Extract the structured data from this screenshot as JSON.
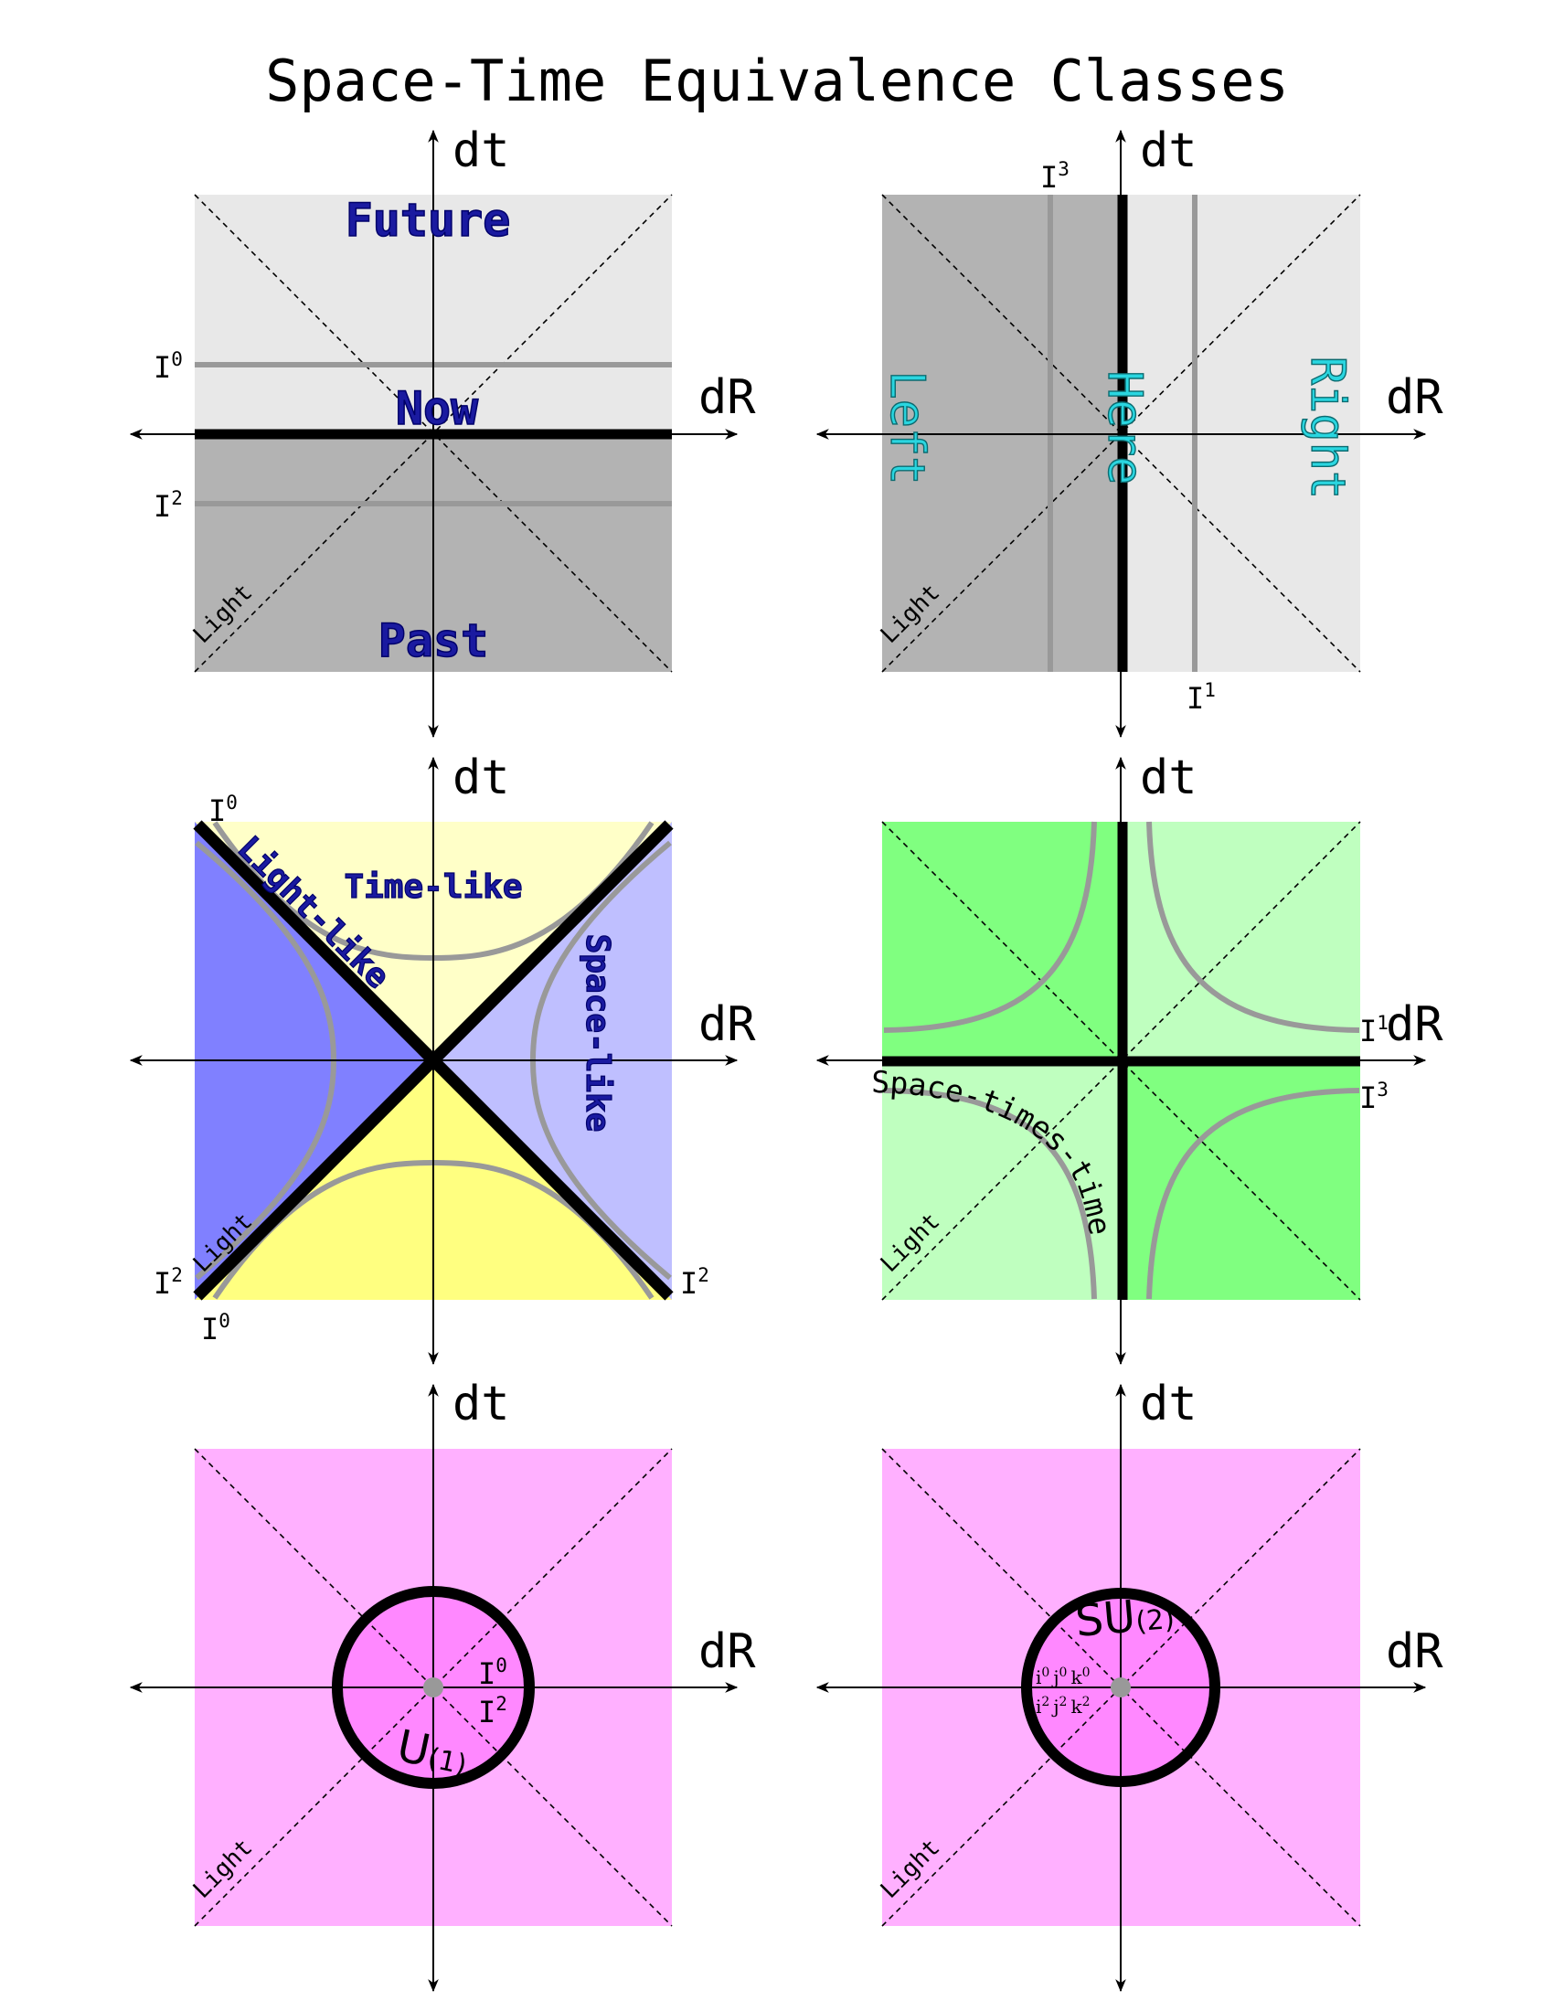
{
  "title": "Space-Time Equivalence Classes",
  "axes": {
    "vertical": "dt",
    "horizontal": "dR"
  },
  "light_label": "Light",
  "panels": {
    "p1": {
      "future": "Future",
      "now": "Now",
      "past": "Past",
      "upper_line": {
        "base": "I",
        "sup": "0"
      },
      "lower_line": {
        "base": "I",
        "sup": "2"
      }
    },
    "p2": {
      "left": "Left",
      "here": "Here",
      "right": "Right",
      "top_line": {
        "base": "I",
        "sup": "3"
      },
      "bottom_line": {
        "base": "I",
        "sup": "1"
      }
    },
    "p3": {
      "time_like": "Time-like",
      "light_like": "Light-like",
      "space_like": "Space-like",
      "top_left": {
        "base": "I",
        "sup": "0"
      },
      "bottom_left_upper": {
        "base": "I",
        "sup": "2"
      },
      "bottom_left_lower": {
        "base": "I",
        "sup": "0"
      },
      "bottom_right": {
        "base": "I",
        "sup": "2"
      }
    },
    "p4": {
      "curve_label": "Space-times-time",
      "right_upper": {
        "base": "I",
        "sup": "1"
      },
      "right_lower": {
        "base": "I",
        "sup": "3"
      }
    },
    "p5": {
      "group": "U",
      "group_arg": "(1)",
      "inner_upper": {
        "base": "I",
        "sup": "0"
      },
      "inner_lower": {
        "base": "I",
        "sup": "2"
      }
    },
    "p6": {
      "group": "SU",
      "group_arg": "(2)",
      "quat_row1": [
        "i",
        "0",
        "j",
        "0",
        "k",
        "0"
      ],
      "quat_row2": [
        "i",
        "2",
        "j",
        "2",
        "k",
        "2"
      ]
    }
  },
  "colors": {
    "light_gray": "#e8e8e8",
    "dark_gray": "#b3b3b3",
    "hyperbola": "#999999",
    "blue_dark": "#8080ff",
    "blue_light": "#bfbfff",
    "yellow_dark": "#ffff80",
    "yellow_light": "#ffffc8",
    "green_dark": "#80ff80",
    "green_light": "#bfffbf",
    "pink": "#ffb0ff",
    "pink_inner": "#ff88ff",
    "label_blue": "#1a1aa0",
    "label_cyan": "#2ad6e0"
  }
}
